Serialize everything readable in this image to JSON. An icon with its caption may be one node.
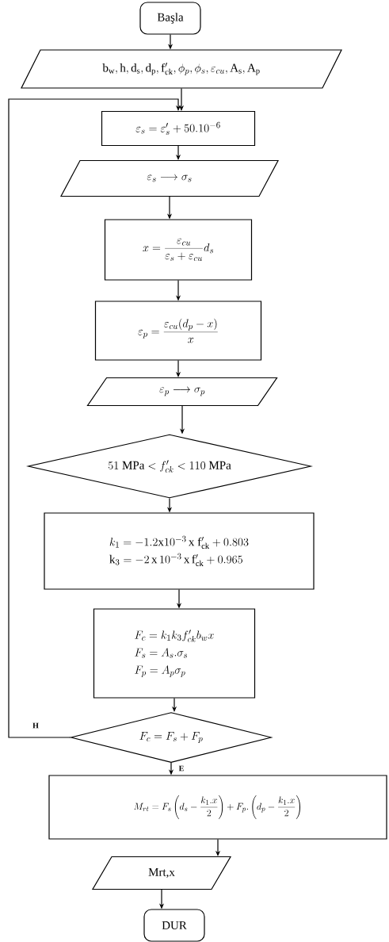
{
  "diagram": {
    "nodes": [
      {
        "text": [
          "Başla"
        ]
      },
      {
        "text": [
          "\\mathrm{b_w, h, d_s, d_p, f'_{ck}}, \\phi_p, \\phi_s, \\varepsilon_{cu}, \\mathrm{A_s, A_p}"
        ]
      },
      {
        "text": [
          "\\varepsilon_s = \\varepsilon'_s + 50.10^{-6}"
        ]
      },
      {
        "text": [
          "\\varepsilon_s \\longrightarrow \\sigma_s"
        ]
      },
      {
        "text": [
          "x = \\frac{\\varepsilon_{cu}}{\\varepsilon_s + \\varepsilon_{cu}} d_s"
        ]
      },
      {
        "text": [
          "\\varepsilon_p = \\frac{\\varepsilon_{cu}(d_p - x)}{x}"
        ]
      },
      {
        "text": [
          "\\varepsilon_p \\longrightarrow \\sigma_p"
        ]
      },
      {
        "text": [
          "51\\ \\mathrm{MPa} < f'_{ck} < 110\\ \\mathrm{MPa}"
        ]
      },
      {
        "text": [
          "k_1 = -1.2\\mathrm{x}10^{-3}\\,\\mathrm{x}\\ \\mathrm{f'_{ck}} + 0.803",
          "\\mathrm{k}_3 = -2\\,\\mathrm{x}\\,10^{-3}\\,\\mathrm{x}\\,\\mathrm{f'_{ck}} + 0.965"
        ]
      },
      {
        "text": [
          "F_c = k_1 k_3 f'_{ck} b_w x",
          "F_s = A_s.\\sigma_s",
          "F_p = A_p \\sigma_p"
        ]
      },
      {
        "text": [
          "F_c = F_s + F_p"
        ]
      },
      {
        "text": [
          "M_{rt} = F_s\\left(d_s - \\frac{k_1.x}{2}\\right) + F_p.\\left(d_p - \\frac{k_1.x}{2}\\right)"
        ]
      },
      {
        "text": [
          "Mrt,x"
        ]
      },
      {
        "text": [
          "DUR"
        ]
      }
    ],
    "edges": [
      {
        "from": 0,
        "to": 1,
        "arrow": "to"
      },
      {
        "from": 1,
        "to": 2,
        "arrow": "to"
      },
      {
        "from": 2,
        "to": 3,
        "arrow": "to"
      },
      {
        "from": 3,
        "to": 4,
        "arrow": "to"
      },
      {
        "from": 4,
        "to": 5,
        "arrow": "to"
      },
      {
        "from": 5,
        "to": 6,
        "arrow": "to"
      },
      {
        "from": 6,
        "to": 7,
        "arrow": "to"
      },
      {
        "from": 7,
        "to": 8,
        "arrow": "to"
      },
      {
        "from": 8,
        "to": 9,
        "arrow": "to"
      },
      {
        "from": 9,
        "to": 10,
        "arrow": "to"
      },
      {
        "from": 10,
        "to": 11,
        "label": "E",
        "arrow": "to"
      },
      {
        "from": 11,
        "to": 12,
        "arrow": "to"
      },
      {
        "from": 12,
        "to": 13,
        "arrow": "to"
      },
      {
        "from": 10,
        "to": 2,
        "label": "H",
        "arrow": "to"
      }
    ]
  }
}
